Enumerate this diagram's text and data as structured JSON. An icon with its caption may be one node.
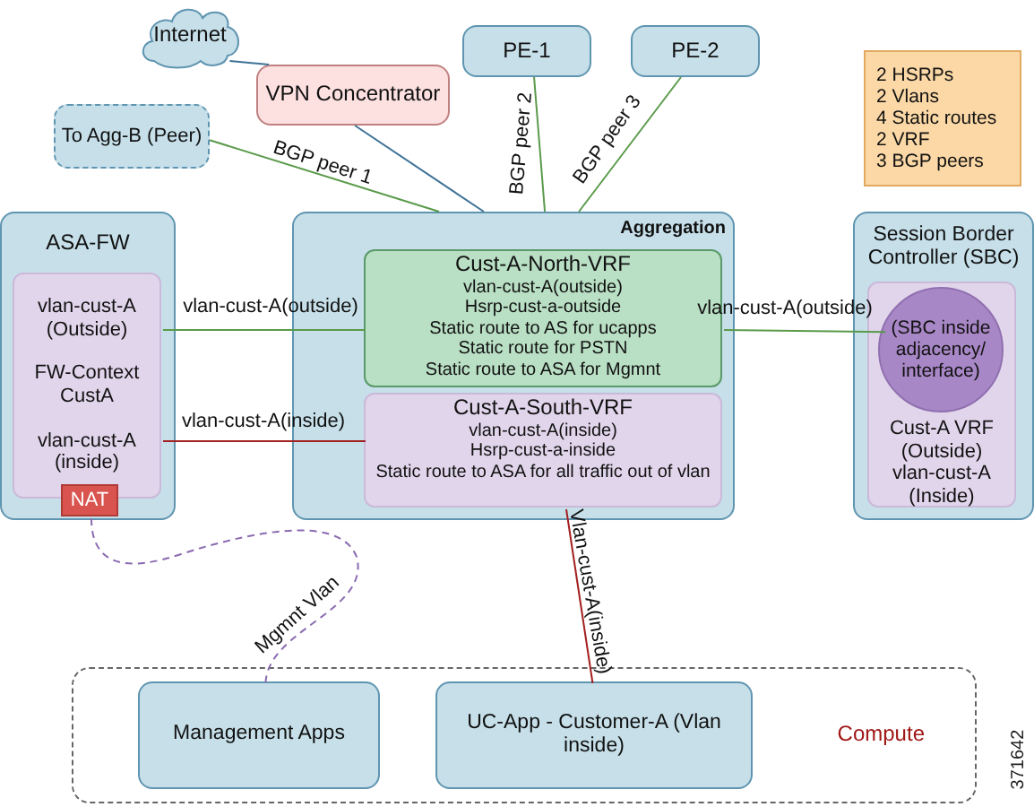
{
  "diagram": {
    "nodes": [
      {
        "text": [
          "Internet"
        ]
      },
      {
        "text": [
          "VPN Concentrator"
        ]
      },
      {
        "text": [
          "PE-1"
        ]
      },
      {
        "text": [
          "PE-2"
        ]
      },
      {
        "text": [
          "To Agg-B (Peer)"
        ]
      },
      {
        "text": [
          "2 HSRPs",
          "2 Vlans",
          "4 Static routes",
          "2 VRF",
          "3 BGP peers"
        ]
      },
      {
        "text": [
          "ASA-FW"
        ]
      },
      {
        "text": [
          "vlan-cust-A (Outside)",
          "FW-Context CustA",
          "vlan-cust-A (inside)"
        ],
        "in": 6
      },
      {
        "text": [
          "NAT"
        ],
        "in": 6
      },
      {
        "text": [
          "Aggregation"
        ]
      },
      {
        "text": [
          "Cust-A-North-VRF",
          "vlan-cust-A(outside)",
          "Hsrp-cust-a-outside",
          "Static route to AS for ucapps",
          "Static route for PSTN",
          "Static route to ASA for Mgmnt"
        ],
        "in": 9
      },
      {
        "text": [
          "Cust-A-South-VRF",
          "vlan-cust-A(inside)",
          "Hsrp-cust-a-inside",
          "Static route to ASA for all traffic out of vlan"
        ],
        "in": 9
      },
      {
        "text": [
          "Session Border Controller (SBC)"
        ]
      },
      {
        "text": [
          "Cust-A VRF (Outside)",
          "vlan-cust-A (Inside)"
        ],
        "in": 12
      },
      {
        "text": [
          "(SBC inside adjacency/ interface)"
        ],
        "in": 13
      },
      {
        "text": [
          "Compute"
        ]
      },
      {
        "text": [
          "Management Apps"
        ],
        "in": 15
      },
      {
        "text": [
          "UC-App - Customer-A (Vlan inside)"
        ],
        "in": 15
      }
    ],
    "edges": [
      {
        "from": 0,
        "to": 1,
        "arrow": "none",
        "color": "#3f7296"
      },
      {
        "from": 1,
        "to": 9,
        "arrow": "none",
        "color": "#3f7296"
      },
      {
        "from": 4,
        "to": 9,
        "arrow": "none",
        "label": "BGP peer 1"
      },
      {
        "from": 2,
        "to": 9,
        "arrow": "none",
        "label": "BGP peer 2"
      },
      {
        "from": 3,
        "to": 9,
        "arrow": "none",
        "label": "BGP peer 3"
      },
      {
        "from": 7,
        "to": 10,
        "arrow": "none",
        "label": "vlan-cust-A(outside)"
      },
      {
        "from": 7,
        "to": 11,
        "arrow": "none",
        "label": "vlan-cust-A(inside)",
        "color": "#a32020"
      },
      {
        "from": 10,
        "to": 14,
        "arrow": "none",
        "label": "vlan-cust-A(outside)"
      },
      {
        "from": 11,
        "to": 17,
        "arrow": "none",
        "label": "Vlan-cust-A(inside)",
        "color": "#a32020"
      },
      {
        "from": 8,
        "to": 16,
        "arrow": "none",
        "label": "Mgmnt Vlan",
        "style": "dashed",
        "color": "#8a6ab0"
      }
    ],
    "labels": [
      "371642"
    ]
  }
}
